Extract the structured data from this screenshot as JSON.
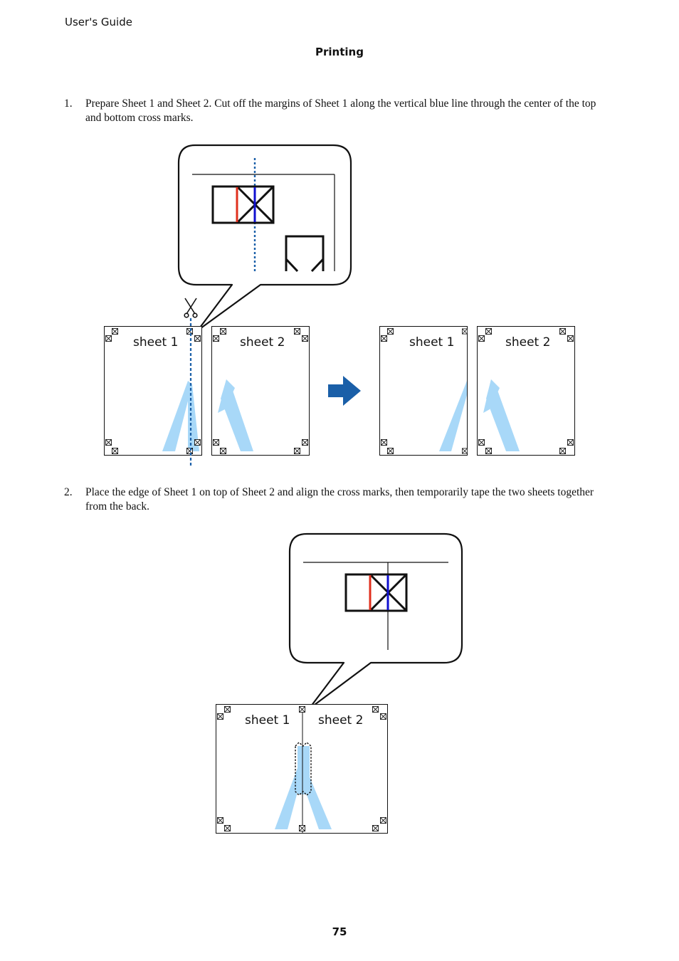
{
  "header": {
    "guide": "User's Guide",
    "section": "Printing"
  },
  "steps": [
    {
      "number": "1.",
      "text": "Prepare Sheet 1 and Sheet 2. Cut off the margins of Sheet 1 along the vertical blue line through the center of the top and bottom cross marks."
    },
    {
      "number": "2.",
      "text": "Place the edge of Sheet 1 on top of Sheet 2 and align the cross marks, then temporarily tape the two sheets together from the back."
    }
  ],
  "figure1": {
    "before": {
      "sheet1": "sheet 1",
      "sheet2": "sheet 2"
    },
    "after": {
      "sheet1": "sheet 1",
      "sheet2": "sheet 2"
    }
  },
  "figure2": {
    "sheet1": "sheet 1",
    "sheet2": "sheet 2"
  },
  "page_number": "75",
  "colors": {
    "cut_line": "#1a5fa8",
    "arrow": "#1a5fa8",
    "red_line": "#e0301e",
    "blue_line": "#1010d0",
    "image_light_blue": "#a8d8f8"
  }
}
